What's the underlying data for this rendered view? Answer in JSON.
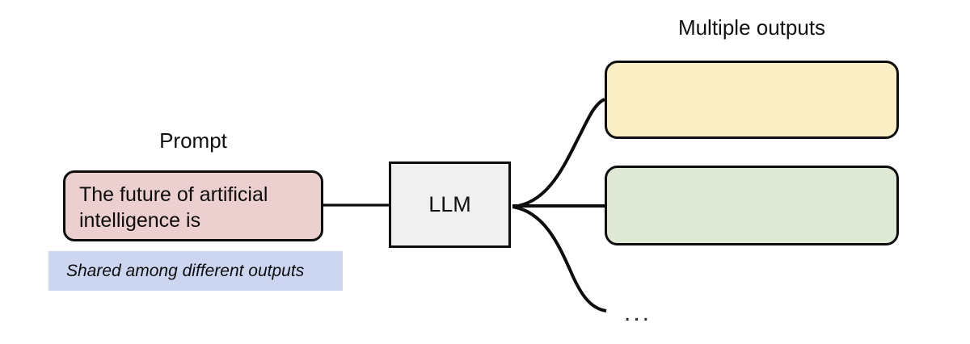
{
  "diagram": {
    "title_right": "Multiple outputs",
    "prompt": {
      "label": "Prompt",
      "text": "The future of artificial intelligence is",
      "fill": "#eccfcf"
    },
    "model": {
      "label": "LLM",
      "fill": "#f0f0f0"
    },
    "outputs": [
      {
        "name": "output-1",
        "text": "",
        "fill": "#faeec4"
      },
      {
        "name": "output-2",
        "text": "",
        "fill": "#dfe9d5"
      }
    ],
    "ellipsis": "...",
    "note": {
      "text": "Shared among different outputs",
      "fill": "#ccd6f1"
    },
    "stroke": "#0d0d0d"
  }
}
